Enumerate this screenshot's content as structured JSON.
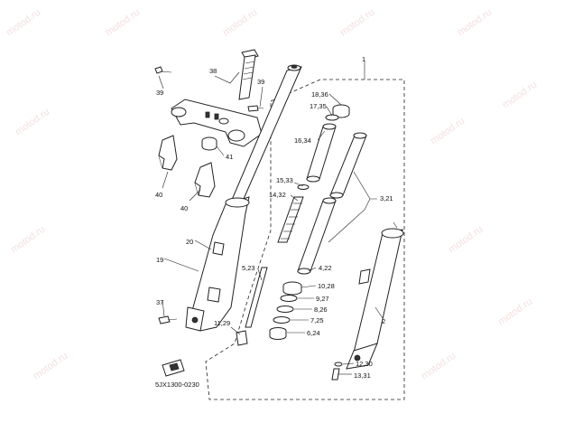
{
  "watermark": "motod.ru",
  "figure_code": "5JX1300-0230",
  "callouts": {
    "c1": "1",
    "c2": "2",
    "c19": "19",
    "c20": "20",
    "c37": "37",
    "c38": "38",
    "c39a": "39",
    "c39b": "39",
    "c40a": "40",
    "c40b": "40",
    "c41": "41",
    "c18_36": "18,36",
    "c17_35": "17,35",
    "c16_34": "16,34",
    "c15_33": "15,33",
    "c14_32": "14,32",
    "c3_21": "3,21",
    "c4_22": "4,22",
    "c5_23": "5,23",
    "c10_28": "10,28",
    "c9_27": "9,27",
    "c8_26": "8,26",
    "c7_25": "7,25",
    "c6_24": "6,24",
    "c11_29": "11,29",
    "c12_30": "12,30",
    "c13_31": "13,31"
  },
  "icons": {
    "manual_ref": "book-ref-icon"
  },
  "colors": {
    "line": "#222222",
    "watermark": "#e9c7c7"
  }
}
